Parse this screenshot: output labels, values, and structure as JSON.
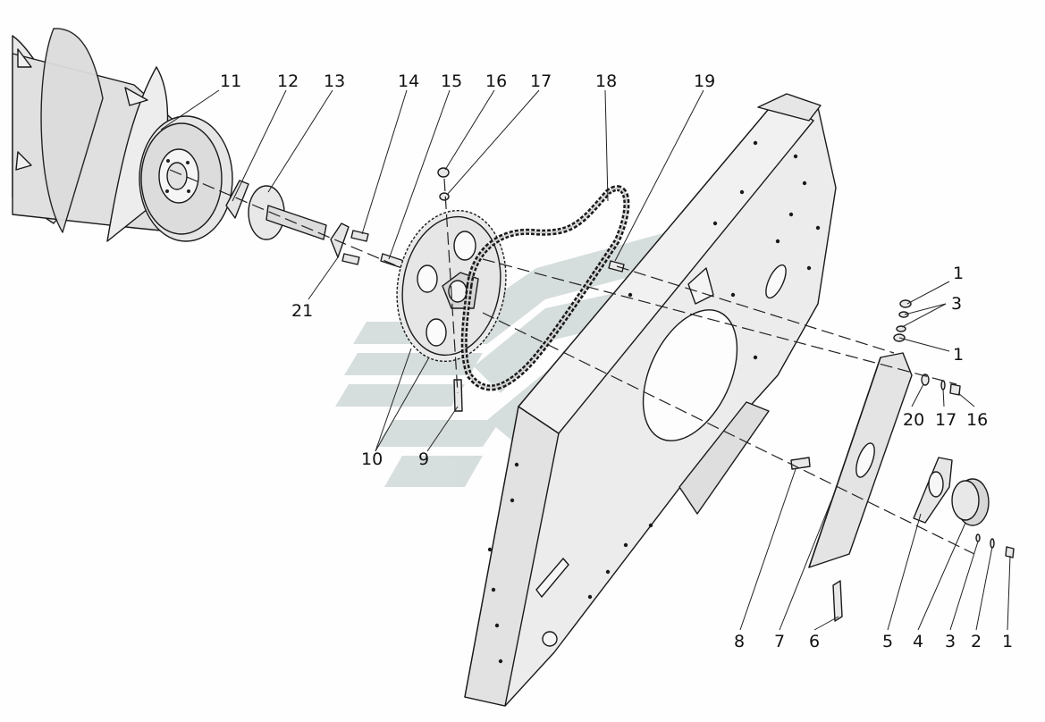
{
  "labels": {
    "top": [
      "11",
      "12",
      "13",
      "14",
      "15",
      "16",
      "17",
      "18",
      "19"
    ],
    "right_group": [
      "1",
      "3",
      "1"
    ],
    "mid_right": [
      "20",
      "17",
      "16"
    ],
    "left": [
      "21",
      "10",
      "9"
    ],
    "bottom": [
      "8",
      "7",
      "6",
      "5",
      "4",
      "3",
      "2",
      "1"
    ]
  },
  "colors": {
    "line": "#1a1a1a",
    "part_fill": "#ebebeb",
    "watermark": "#c9d3d3"
  }
}
